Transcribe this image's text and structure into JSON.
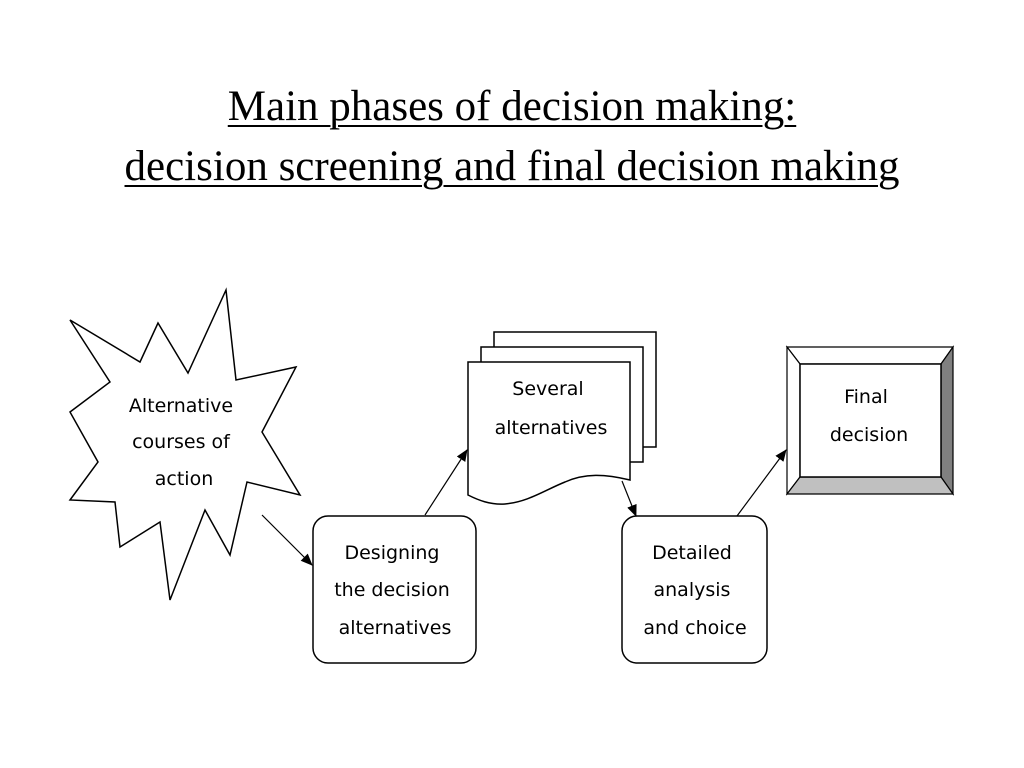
{
  "title": {
    "line1": "Main phases of decision making:",
    "line2": "decision screening and final decision making"
  },
  "nodes": {
    "alternatives_courses": [
      "Alternative",
      "courses of",
      "action"
    ],
    "designing": [
      "Designing",
      "the decision",
      "alternatives"
    ],
    "several": [
      "Several",
      "alternatives"
    ],
    "detailed": [
      "Detailed",
      "analysis",
      "and choice"
    ],
    "final": [
      "Final",
      "decision"
    ]
  },
  "colors": {
    "stroke": "#000000",
    "background": "#ffffff",
    "bevel_light": "#ffffff",
    "bevel_mid": "#c0c0c0",
    "bevel_dark": "#808080"
  }
}
